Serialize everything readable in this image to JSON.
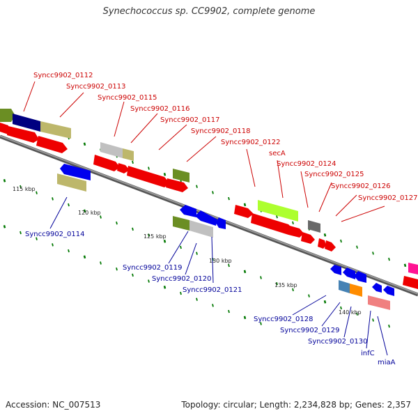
{
  "title": "Synechococcus sp. CC9902, complete genome",
  "footer": {
    "accession": "Accession: NC_007513",
    "stats": "Topology: circular; Length: 2,234,828 bp; Genes: 2,357"
  },
  "colors": {
    "top_label": "#cc0000",
    "bottom_label": "#000099",
    "backbone": "#777777",
    "tick": "#007700"
  },
  "scale_labels": [
    "115 kbp",
    "120 kbp",
    "125 kbp",
    "130 kbp",
    "135 kbp",
    "140 kbp"
  ],
  "top_labels": [
    "Syncc9902_0112",
    "Syncc9902_0113",
    "Syncc9902_0115",
    "Syncc9902_0116",
    "Syncc9902_0117",
    "Syncc9902_0118",
    "Syncc9902_0122",
    "secA",
    "Syncc9902_0124",
    "Syncc9902_0125",
    "Syncc9902_0126",
    "Syncc9902_0127"
  ],
  "bottom_labels": [
    "Syncc9902_0114",
    "Syncc9902_0119",
    "Syncc9902_0120",
    "Syncc9902_0121",
    "Syncc9902_0128",
    "Syncc9902_0129",
    "Syncc9902_0130",
    "infC",
    "miaA"
  ]
}
